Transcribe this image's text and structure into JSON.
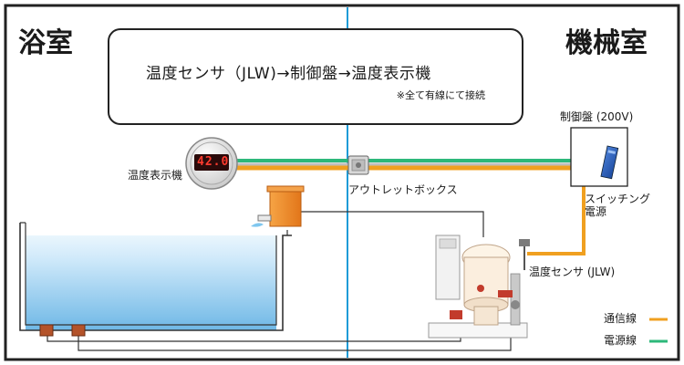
{
  "rooms": {
    "bathroom": "浴室",
    "machine_room": "機械室"
  },
  "flow": {
    "main": "温度センサ（JLW)→制御盤→温度表示機",
    "note": "※全て有線にて接続"
  },
  "components": {
    "display": {
      "label": "温度表示機",
      "reading": "42.0"
    },
    "outlet_box": "アウトレットボックス",
    "control_panel": "制御盤 (200V)",
    "switching_power": "スイッチング\n電源",
    "temp_sensor": "温度センサ (JLW)"
  },
  "legend": [
    {
      "label": "通信線",
      "color": "#F0A020"
    },
    {
      "label": "電源線",
      "color": "#2DB87A"
    }
  ],
  "colors": {
    "frame": "#222222",
    "divider": "#1E9BD7",
    "signal_line": "#F0A020",
    "power_line": "#2DB87A",
    "tank": "#F28C1E",
    "water": "#9FD3F2"
  }
}
